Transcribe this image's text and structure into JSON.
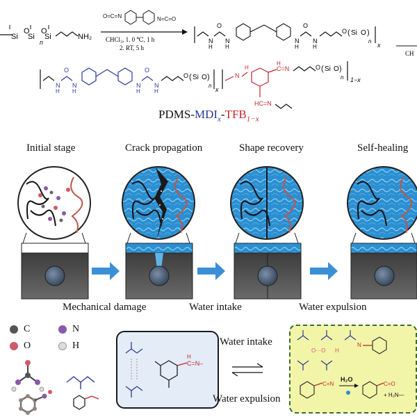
{
  "reaction": {
    "reagent_label": "O=C=N–C₆H₄–CH₂–C₆H₄–N=C=O",
    "conditions_line1": "CHCl₃, 1. 0 ℃, 1 h",
    "conditions_line2": "2. RT, 5 h",
    "continuation_label": "CH",
    "atoms": {
      "si": "Si",
      "o": "O",
      "n": "N",
      "h": "H",
      "nh2": "NH₂",
      "carbonyl": "O"
    },
    "subscripts": {
      "n": "n",
      "x": "x",
      "one_minus_x": "1−x"
    }
  },
  "polymer": {
    "name_prefix": "PDMS-",
    "name_mdi": "MDI",
    "name_x": "x",
    "name_dash": "-",
    "name_tfb": "TFB",
    "name_sub": "1−x",
    "colors": {
      "mdi": "#2a3a9a",
      "tfb": "#c0282d",
      "black": "#111111"
    }
  },
  "stages": [
    {
      "label": "Initial stage"
    },
    {
      "label": "Crack propagation"
    },
    {
      "label": "Shape recovery"
    },
    {
      "label": "Self-healing"
    }
  ],
  "processes": [
    {
      "label": "Mechanical damage"
    },
    {
      "label": "Water intake"
    },
    {
      "label": "Water expulsion"
    }
  ],
  "legend": {
    "items": [
      {
        "label": "C",
        "color": "#555555"
      },
      {
        "label": "N",
        "color": "#8a5aa8"
      },
      {
        "label": "O",
        "color": "#d05a6a"
      },
      {
        "label": "H",
        "color": "#dddddd"
      }
    ]
  },
  "equilibrium": {
    "forward_label": "Water intake",
    "reverse_label": "Water expulsion",
    "water_label": "H₂O",
    "amine_label": "+ H₂N—"
  },
  "colors": {
    "water": "#2b8fd1",
    "water_light": "#8fd0f0",
    "box_fill": "#e4ecf7",
    "product_fill": "#f2f5a8",
    "product_border": "#3a6a3a",
    "arrow": "#3b8fd6",
    "substrate": "#4a4a4a"
  }
}
